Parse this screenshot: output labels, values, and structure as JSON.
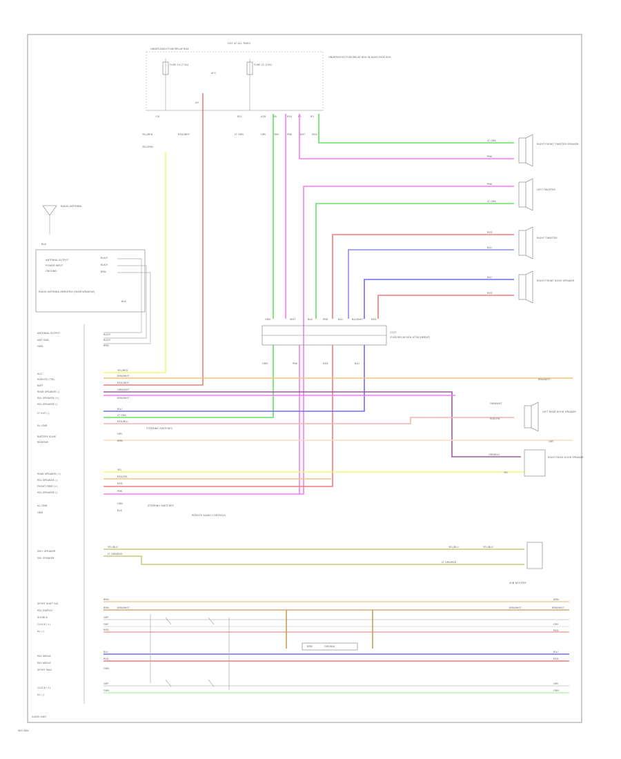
{
  "frame": {
    "bottom_left_label": "AUDIO UNIT",
    "footer_label": "W/O NAV"
  },
  "fuse_box": {
    "title": "HOT AT ALL TIMES",
    "sub_left": "UNDER-DASH FUSE/RELAY BOX",
    "fuse1": "FUSE 14 (7.5A)",
    "fuse2": "FUSE 21 (15A)",
    "mid_label": "ACC",
    "right_note": "UNDERHOOD FUSE/RELAY BOX IN DASH FUSE BOX",
    "pins": [
      "C8",
      "A9",
      "B11",
      "A28",
      "B8",
      "B10",
      "B2",
      "B3"
    ],
    "wires_left": [
      "YEL/RED",
      "RED/WHT",
      "YEL/GRN"
    ],
    "wires_mid": [
      "LT GRN",
      "GRY",
      "GRN",
      "PNK",
      "WHT",
      "RED"
    ]
  },
  "speakers": [
    {
      "name": "RIGHT FRONT TWEETER SPEAKER",
      "w1": "LT GRN",
      "w2": "PNK"
    },
    {
      "name": "LEFT TWEETER",
      "w1": "PNK",
      "w2": "LT GRN"
    },
    {
      "name": "RIGHT TWEETER",
      "w1": "RED",
      "w2": "BLU"
    },
    {
      "name": "RIGHT FRONT DOOR SPEAKER",
      "w1": "BLU",
      "w2": "RED"
    }
  ],
  "antenna": {
    "label": "RADIO ANTENNA",
    "wire": "BLK"
  },
  "antenna_unit": {
    "lines": [
      "ANTENNA OUTPUT",
      "POWER INPUT",
      "GROUND"
    ],
    "name": "RADIO ANTENNA AMPLIFIER (REAR WINDOW)",
    "wires": [
      "BLK/Y",
      "BLK/Y",
      "BRN"
    ],
    "shield": "BLK"
  },
  "connector_c137": {
    "label": "C137",
    "desc": "(FUSE/RELAY BOX ATTACHMENT)",
    "top_pins": [
      "GRN",
      "WHT",
      "BLK",
      "PNK",
      "BLU",
      "BLU/WHT",
      "RED"
    ],
    "bottom_pins": [
      "GRN",
      "PNK",
      "RED",
      "BLU"
    ]
  },
  "audio_pins_upper": [
    {
      "name": "ANTENNA OUTPUT",
      "wire": "BLK/Y"
    },
    {
      "name": "ANT GND",
      "wire": "BLK/Y"
    },
    {
      "name": "GND",
      "wire": "BRN"
    },
    {
      "name": "ACC",
      "wire": "YEL/RED"
    },
    {
      "name": "REMOTE CTRL",
      "wire": "BRN/WHT"
    },
    {
      "name": "BATT",
      "wire": "RED/WHT"
    },
    {
      "name": "REAR SPEAKER (-)",
      "wire": "GRN/WHT"
    },
    {
      "name": "REL SPEAKER (+)",
      "wire": "BRN/WHT"
    },
    {
      "name": "REL SPEAKER (-)",
      "wire": "BLU"
    },
    {
      "name": "LT CHT (-)",
      "wire": "LT GRN"
    },
    {
      "name": "ILL GND",
      "wire": "RED/BLU"
    },
    {
      "name": "BATTERY SLINE",
      "wire": "GRY"
    },
    {
      "name": "RESERVE",
      "wire": "BRN"
    }
  ],
  "audio_pins_lower": [
    {
      "name": "REAR SPEAKER (+)",
      "wire": "YEL"
    },
    {
      "name": "REL SPEAKER (-)",
      "wire": "RED/YEL"
    },
    {
      "name": "FRONT SPKR (+)",
      "wire": "RED"
    },
    {
      "name": "REL SPEAKER (-)",
      "wire": "PNK"
    },
    {
      "name": "ILL GND",
      "wire": "GRN"
    },
    {
      "name": "GND",
      "wire": "BLK"
    }
  ],
  "sub_woofer_pins": [
    {
      "name": "SW+ SPEAKER",
      "wire": "YEL/BLU"
    },
    {
      "name": "SW- SPEAKER",
      "wire": "LT GRN/RED"
    }
  ],
  "notes": {
    "steering1": "STEERING SWITCHES",
    "steering2": "STEERING SWITCHES",
    "remote": "REMOTE AUDIO CONTROLS",
    "left_rear": "LEFT REAR DOOR SPEAKER",
    "right_rear": "RIGHT REAR DOOR SPEAKER",
    "sub_woofer": "SUB WOOFER",
    "left_rear_w1": "GRN/WHT",
    "left_rear_w2": "RED/YEL",
    "right_rear_w1": "GRN/BLU",
    "right_rear_w2": "YEL",
    "sub_w1": "YEL/BLU",
    "sub_w2": "LT GRN/RED",
    "ext1": "BRN/WHT",
    "ext2": "GRY"
  },
  "bottom_pins": [
    {
      "name": "SPORT SHIFT SIG",
      "wire": "BRN"
    },
    {
      "name": "REL SWITCH",
      "wire": "BRN"
    },
    {
      "name": "SOURCE",
      "wire": "GRY"
    },
    {
      "name": "CLOCK (+)",
      "wire": "GRY"
    },
    {
      "name": "ILL (-)",
      "wire": "RED"
    },
    {
      "name": "REL MEDIA",
      "wire": "BLU"
    },
    {
      "name": "REL MEDIA",
      "wire": "RED"
    },
    {
      "name": "SPORT MAX",
      "wire": "GRN"
    },
    {
      "name": "CLOCK (+)",
      "wire": "GRY"
    },
    {
      "name": "ILL (-)",
      "wire": "GRN"
    }
  ],
  "bottom_right": [
    "BRN",
    "BRN/WHT",
    "GRY",
    "RED",
    "BLU",
    "RED",
    "GRY",
    "GRN"
  ],
  "bottom_mid": {
    "a": "BRN/WHT",
    "b": "BRN",
    "c": "GRY/BLK"
  },
  "colors": {
    "yellow": "#f5f57a",
    "red": "#f47a7a",
    "green": "#5fe35f",
    "ltgreen": "#9ef59e",
    "magenta": "#f57af5",
    "blue": "#6b6bf5",
    "orange": "#f5c27a",
    "olive": "#c8c878",
    "brown": "#d8a870",
    "purple": "#9a5a9a",
    "pink": "#f7b0b0"
  }
}
